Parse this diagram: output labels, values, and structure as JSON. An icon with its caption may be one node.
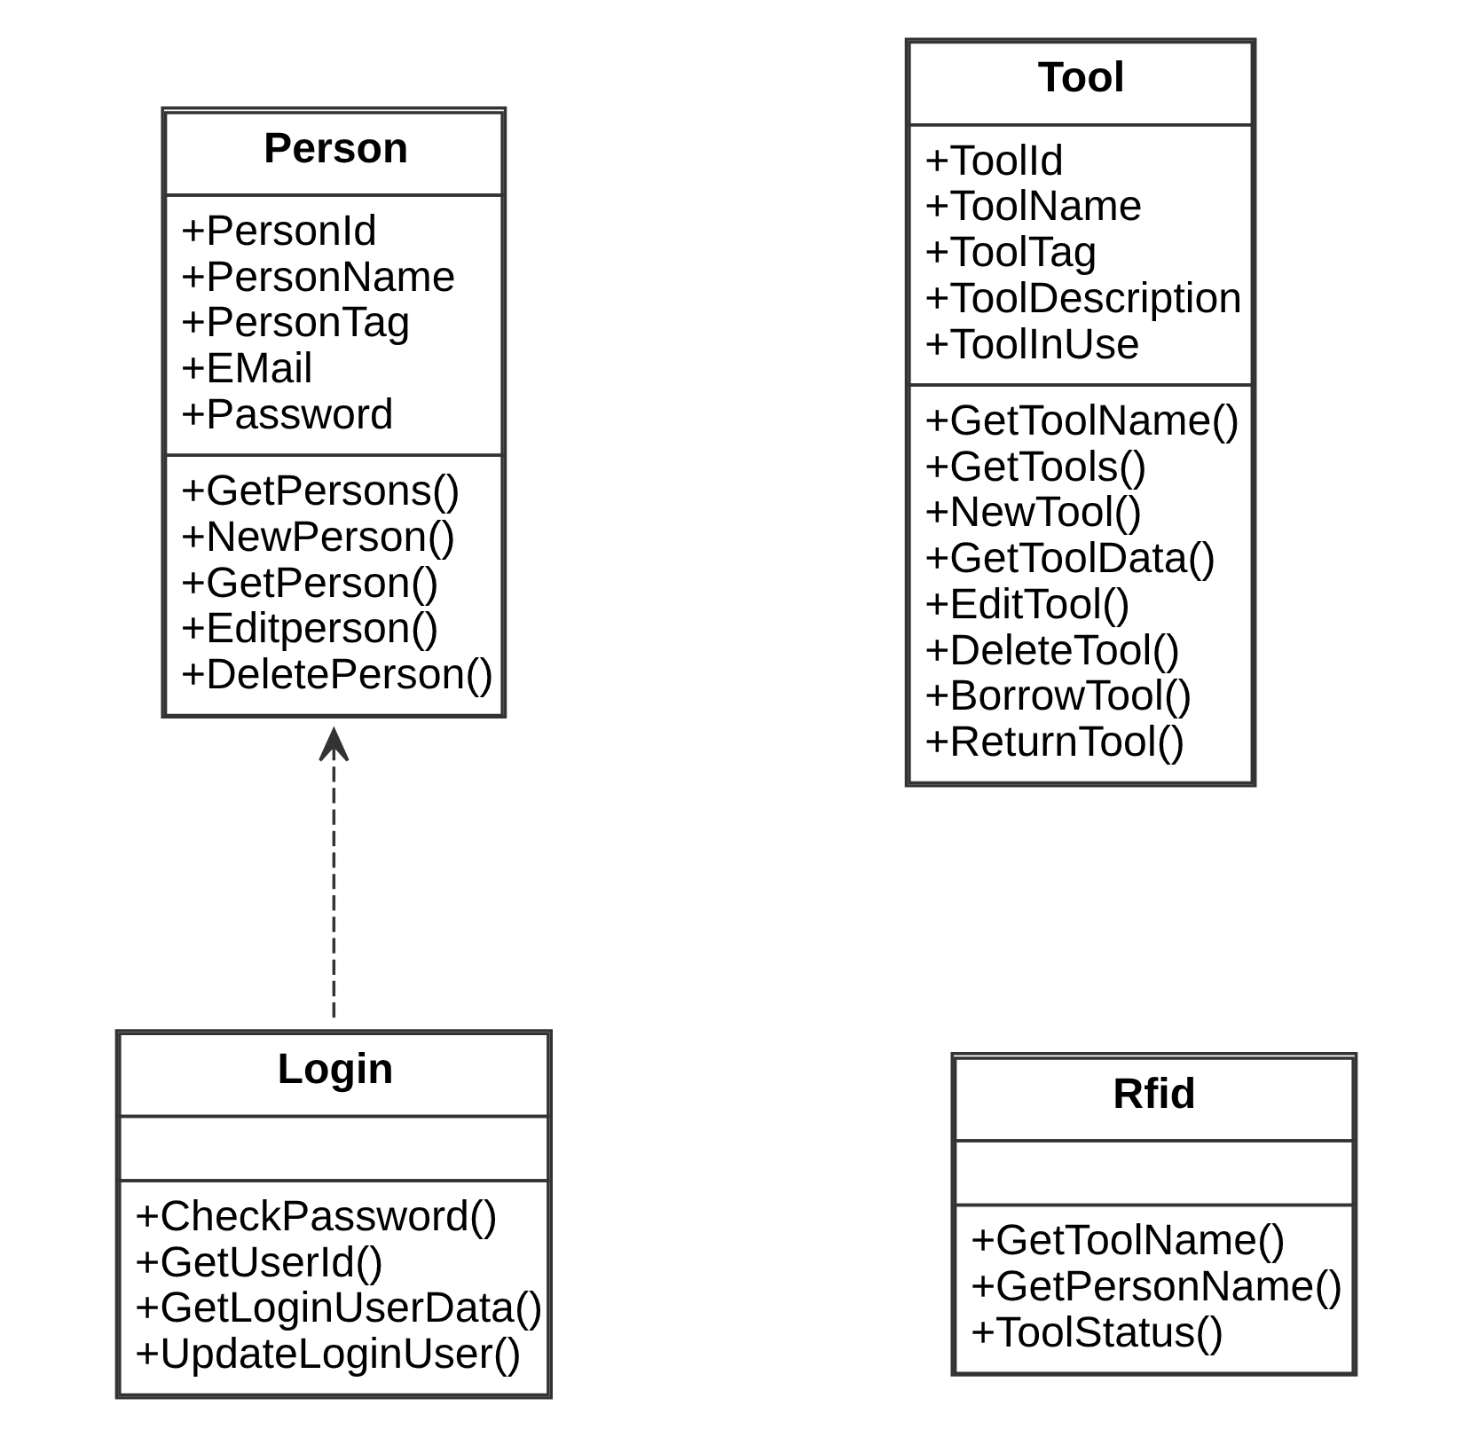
{
  "diagram": {
    "nodes": [
      {
        "text": [
          "Person",
          "+PersonId",
          "+PersonName",
          "+PersonTag",
          "+EMail",
          "+Password",
          "+GetPersons()",
          "+NewPerson()",
          "+GetPerson()",
          "+Editperson()",
          "+DeletePerson()"
        ]
      },
      {
        "text": [
          "Tool",
          "+ToolId",
          "+ToolName",
          "+ToolTag",
          "+ToolDescription",
          "+ToolInUse",
          "+GetToolName()",
          "+GetTools()",
          "+NewTool()",
          "+GetToolData()",
          "+EditTool()",
          "+DeleteTool()",
          "+BorrowTool()",
          "+ReturnTool()"
        ]
      },
      {
        "text": [
          "Login",
          "+CheckPassword()",
          "+GetUserId()",
          "+GetLoginUserData()",
          "+UpdateLoginUser()"
        ]
      },
      {
        "text": [
          "Rfid",
          "+GetToolName()",
          "+GetPersonName()",
          "+ToolStatus()"
        ]
      }
    ],
    "edges": [
      {
        "from": 2,
        "to": 0,
        "arrow": "to",
        "style": "dashed"
      }
    ]
  }
}
